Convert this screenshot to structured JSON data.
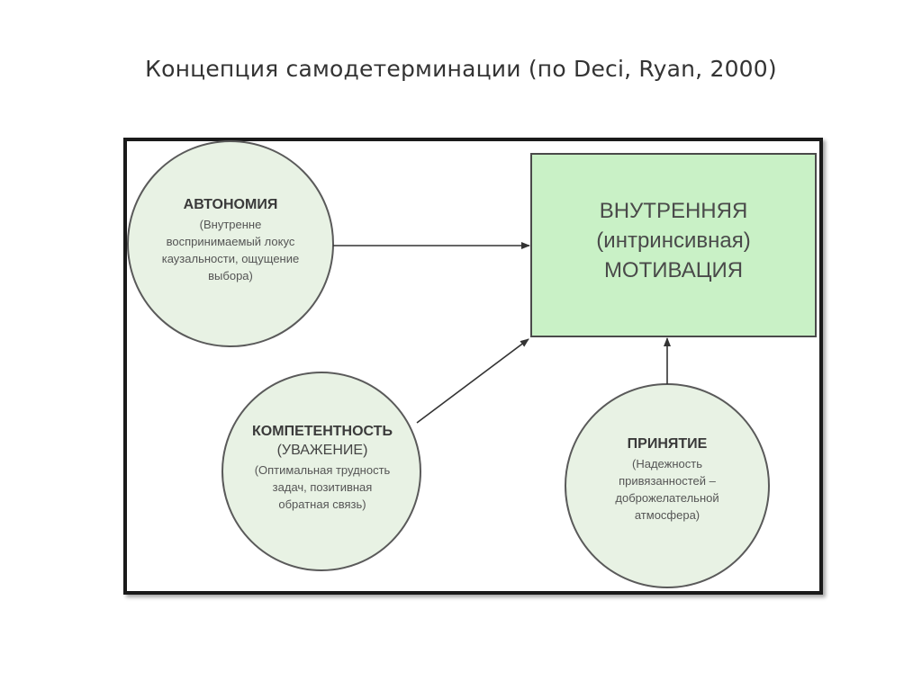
{
  "title": "Концепция самодетерминации (по  Deci, Ryan, 2000)",
  "colors": {
    "circle_fill": "#e8f2e4",
    "circle_stroke": "#5a5a5a",
    "box_fill": "#c9f1c6",
    "box_stroke": "#4a4a4a",
    "frame_stroke": "#1a1a1a",
    "arrow": "#333333"
  },
  "diagram": {
    "target": {
      "lines": [
        "ВНУТРЕННЯЯ",
        "(интринсивная)",
        "МОТИВАЦИЯ"
      ]
    },
    "autonomy": {
      "heading": "АВТОНОМИЯ",
      "desc_lines": [
        "(Внутренне",
        "воспринимаемый локус",
        "каузальности, ощущение",
        "выбора)"
      ]
    },
    "competence": {
      "heading": "КОМПЕТЕНТНОСТЬ",
      "sub": "(УВАЖЕНИЕ)",
      "desc_lines": [
        "(Оптимальная трудность",
        "задач, позитивная",
        "обратная связь)"
      ]
    },
    "acceptance": {
      "heading": "ПРИНЯТИЕ",
      "desc_lines": [
        "(Надежность",
        "привязанностей –",
        "доброжелательной",
        "атмосфера)"
      ]
    }
  }
}
